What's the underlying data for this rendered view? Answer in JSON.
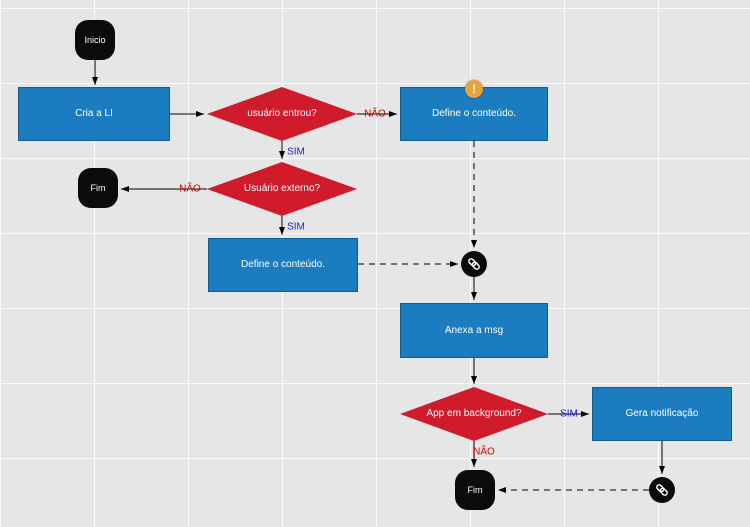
{
  "canvas": {
    "background": "#e6e6e6",
    "grid_line": "#ffffff"
  },
  "colors": {
    "process_fill": "#1b7dc0",
    "decision_fill": "#cf1b2b",
    "terminator_fill": "#0b0b0b",
    "label_no": "#cc0000",
    "label_yes": "#2222cc",
    "warning_fill": "#e8a33d"
  },
  "nodes": [
    {
      "id": "inicio",
      "type": "terminator",
      "label": "Inicio"
    },
    {
      "id": "cria-a-li",
      "type": "process",
      "label": "Cria a LI"
    },
    {
      "id": "usuario-entrou",
      "type": "decision",
      "label": "usuário entrou?"
    },
    {
      "id": "define-conteudo-1",
      "type": "process",
      "label": "Define o conteúdo.",
      "badge_icon": "warning-icon",
      "badge_text": "!"
    },
    {
      "id": "usuario-externo",
      "type": "decision",
      "label": "Usuário externo?"
    },
    {
      "id": "fim-1",
      "type": "terminator",
      "label": "Fim"
    },
    {
      "id": "define-conteudo-2",
      "type": "process",
      "label": "Define o conteúdo."
    },
    {
      "id": "link-1",
      "type": "link-connector",
      "label": ""
    },
    {
      "id": "anexa-a-msg",
      "type": "process",
      "label": "Anexa a msg"
    },
    {
      "id": "app-em-background",
      "type": "decision",
      "label": "App em background?"
    },
    {
      "id": "gera-notificacao",
      "type": "process",
      "label": "Gera notificação"
    },
    {
      "id": "fim-2",
      "type": "terminator",
      "label": "Fim"
    },
    {
      "id": "link-2",
      "type": "link-connector",
      "label": ""
    }
  ],
  "edges": [
    {
      "from": "inicio",
      "to": "cria-a-li",
      "style": "solid",
      "label": ""
    },
    {
      "from": "cria-a-li",
      "to": "usuario-entrou",
      "style": "solid",
      "label": ""
    },
    {
      "from": "usuario-entrou",
      "to": "define-conteudo-1",
      "style": "solid",
      "label": "NÃO",
      "label_color": "no"
    },
    {
      "from": "usuario-entrou",
      "to": "usuario-externo",
      "style": "solid",
      "label": "SIM",
      "label_color": "yes"
    },
    {
      "from": "usuario-externo",
      "to": "fim-1",
      "style": "solid",
      "label": "NÃO",
      "label_color": "no"
    },
    {
      "from": "usuario-externo",
      "to": "define-conteudo-2",
      "style": "solid",
      "label": "SIM",
      "label_color": "yes"
    },
    {
      "from": "define-conteudo-2",
      "to": "link-1",
      "style": "dashed",
      "label": ""
    },
    {
      "from": "define-conteudo-1",
      "to": "link-1",
      "style": "dashed",
      "label": ""
    },
    {
      "from": "link-1",
      "to": "anexa-a-msg",
      "style": "solid",
      "label": ""
    },
    {
      "from": "anexa-a-msg",
      "to": "app-em-background",
      "style": "solid",
      "label": ""
    },
    {
      "from": "app-em-background",
      "to": "gera-notificacao",
      "style": "solid",
      "label": "SIM",
      "label_color": "yes"
    },
    {
      "from": "app-em-background",
      "to": "fim-2",
      "style": "solid",
      "label": "NÃO",
      "label_color": "no"
    },
    {
      "from": "gera-notificacao",
      "to": "link-2",
      "style": "solid",
      "label": ""
    },
    {
      "from": "link-2",
      "to": "fim-2",
      "style": "dashed",
      "label": ""
    }
  ]
}
